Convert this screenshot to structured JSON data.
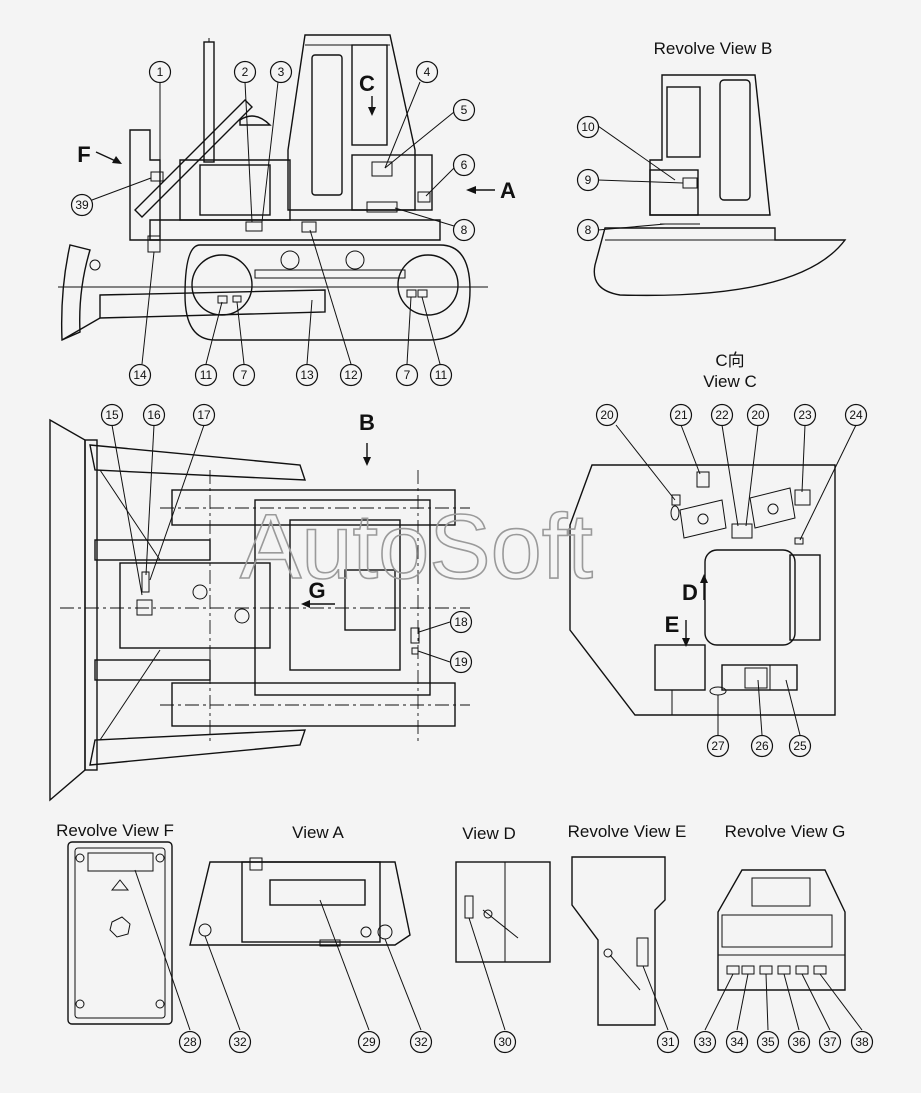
{
  "views": {
    "revolve_b": "Revolve View B",
    "c_cn": "C向",
    "c": "View C",
    "f": "Revolve View F",
    "a": "View A",
    "d": "View D",
    "e": "Revolve View E",
    "g": "Revolve View G"
  },
  "arrows": {
    "a": "A",
    "b": "B",
    "c": "C",
    "d": "D",
    "e": "E",
    "f": "F",
    "g": "G"
  },
  "watermark": "AutoSoft",
  "callouts": [
    "1",
    "2",
    "3",
    "4",
    "5",
    "6",
    "39",
    "8",
    "14",
    "11",
    "7",
    "13",
    "12",
    "7",
    "11",
    "10",
    "9",
    "8",
    "15",
    "16",
    "17",
    "18",
    "19",
    "20",
    "21",
    "22",
    "20",
    "23",
    "24",
    "27",
    "26",
    "25",
    "28",
    "32",
    "29",
    "32",
    "30",
    "31",
    "33",
    "34",
    "35",
    "36",
    "37",
    "38"
  ]
}
